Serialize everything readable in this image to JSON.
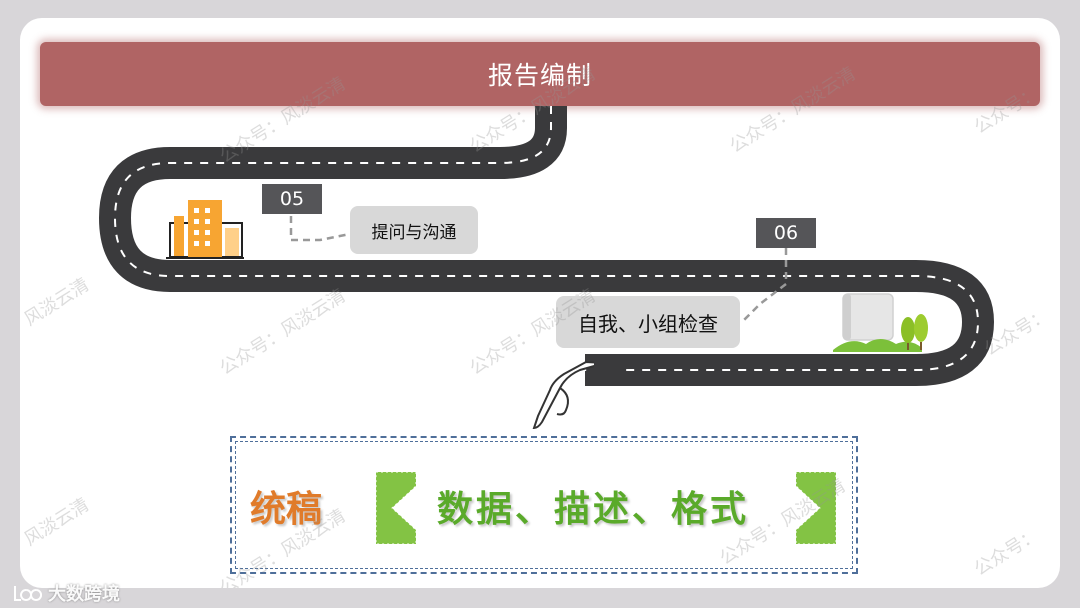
{
  "title": "报告编制",
  "steps": [
    {
      "number": "05",
      "label": "提问与沟通"
    },
    {
      "number": "06",
      "label": "自我、小组检查"
    }
  ],
  "summary": {
    "keyword": "统稿",
    "content": "数据、描述、格式"
  },
  "watermarks": {
    "account": "公众号：",
    "name": "风淡云清"
  },
  "logo": {
    "text": "大数跨境"
  },
  "colors": {
    "banner": "#b06464",
    "road": "#3a3a3c",
    "tag": "#555558",
    "keyword": "#e07b2a",
    "content": "#5aaa2a"
  }
}
